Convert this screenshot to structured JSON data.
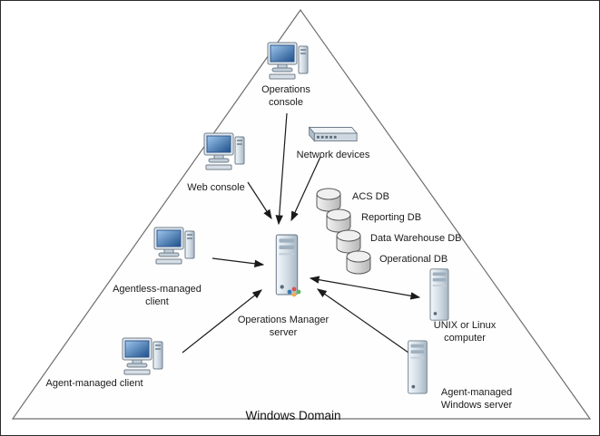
{
  "diagram": {
    "title": "Windows Domain",
    "nodes": {
      "operations_console": "Operations console",
      "network_devices": "Network devices",
      "web_console": "Web console",
      "agentless_client": "Agentless-managed client",
      "agent_client": "Agent-managed client",
      "om_server": "Operations Manager server",
      "unix_computer": "UNIX or Linux computer",
      "windows_server": "Agent-managed Windows server"
    },
    "databases": [
      "ACS DB",
      "Reporting DB",
      "Data Warehouse DB",
      "Operational DB"
    ],
    "icons": {
      "operations_console": "desktop-computer-icon",
      "web_console": "desktop-computer-icon",
      "agentless_client": "desktop-computer-icon",
      "agent_client": "desktop-computer-icon",
      "network_devices": "network-switch-icon",
      "om_server": "server-tower-icon",
      "unix_computer": "server-tower-icon",
      "windows_server": "server-tower-icon",
      "databases": "database-cylinder-icon"
    },
    "colors": {
      "screen_blue": "#2f5f9e",
      "arrow": "#1a1a1a",
      "triangle_stroke": "#6e6e6e"
    }
  }
}
